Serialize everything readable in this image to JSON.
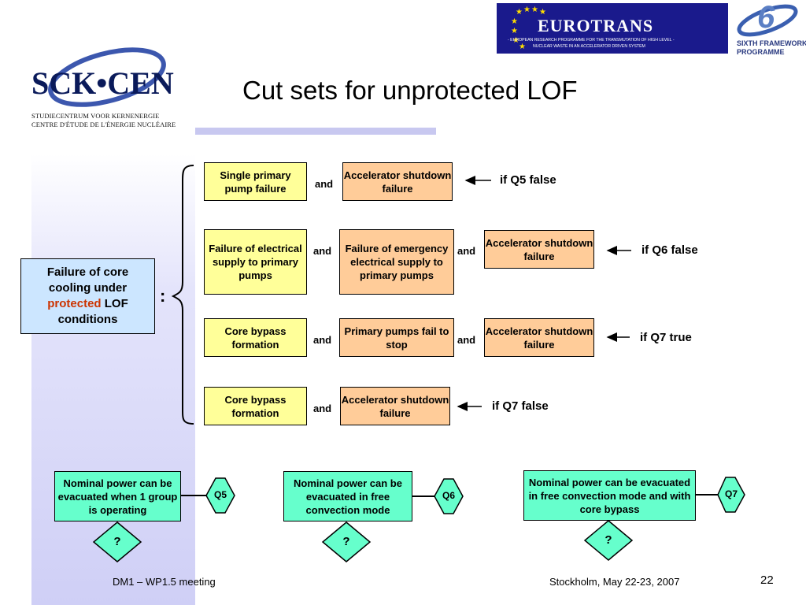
{
  "header": {
    "title": "Cut sets for unprotected LOF",
    "org_logo": {
      "name": "SCK•CEN",
      "sub1": "STUDIECENTRUM VOOR KERNENERGIE",
      "sub2": "CENTRE D'ÉTUDE DE L'ÉNERGIE NUCLÉAIRE"
    },
    "eurotrans": {
      "name": "EUROTRANS",
      "sub1": "- EUROPEAN RESEARCH PROGRAMME FOR THE TRANSMUTATION OF HIGH LEVEL -",
      "sub2": "NUCLEAR WASTE IN AN ACCELERATOR DRIVEN SYSTEM"
    },
    "fp6": {
      "numeral": "6",
      "line1": "SIXTH FRAMEWORK",
      "line2": "PROGRAMME"
    }
  },
  "top_event": {
    "line1": "Failure of core",
    "line2": "cooling under",
    "highlight": "protected",
    "line3_rest": "LOF",
    "line4": "conditions"
  },
  "colon": ":",
  "and_label": "and",
  "rows": [
    {
      "boxes": [
        "Single primary pump failure",
        "Accelerator shutdown failure"
      ],
      "condition": "if Q5 false"
    },
    {
      "boxes": [
        "Failure of electrical supply to primary pumps",
        "Failure of emergency electrical supply to primary pumps",
        "Accelerator shutdown failure"
      ],
      "condition": "if Q6 false"
    },
    {
      "boxes": [
        "Core bypass formation",
        "Primary pumps fail to stop",
        "Accelerator shutdown failure"
      ],
      "condition": "if Q7 true"
    },
    {
      "boxes": [
        "Core bypass formation",
        "Accelerator shutdown failure"
      ],
      "condition": "if Q7 false"
    }
  ],
  "questions": [
    {
      "text": "Nominal power can be evacuated when 1 group is operating",
      "id": "Q5",
      "diamond": "?"
    },
    {
      "text": "Nominal power can be evacuated in free convection mode",
      "id": "Q6",
      "diamond": "?"
    },
    {
      "text": "Nominal power can be evacuated in free convection mode and with core bypass",
      "id": "Q7",
      "diamond": "?"
    }
  ],
  "footer": {
    "left": "DM1 – WP1.5 meeting",
    "center": "Stockholm, May 22-23, 2007",
    "page": "22"
  },
  "colors": {
    "yellow": "#ffff99",
    "orange": "#ffcc99",
    "green": "#66ffcc",
    "blue": "#cce6ff",
    "highlight": "#cc3300",
    "eurotrans_bg": "#1a1a8c"
  }
}
